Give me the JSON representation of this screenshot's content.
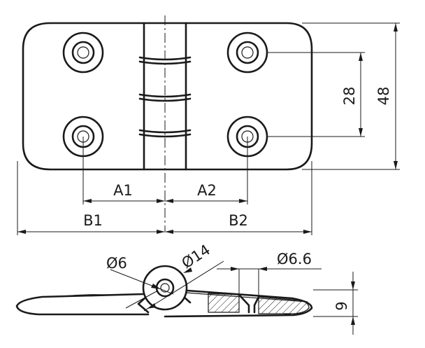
{
  "labels": {
    "a1": "A1",
    "a2": "A2",
    "b1": "B1",
    "b2": "B2",
    "dim_28": "28",
    "dim_48": "48",
    "dim_9": "9",
    "dia_6": "Ø6",
    "dia_14": "Ø14",
    "dia_6_6": "Ø6.6"
  }
}
